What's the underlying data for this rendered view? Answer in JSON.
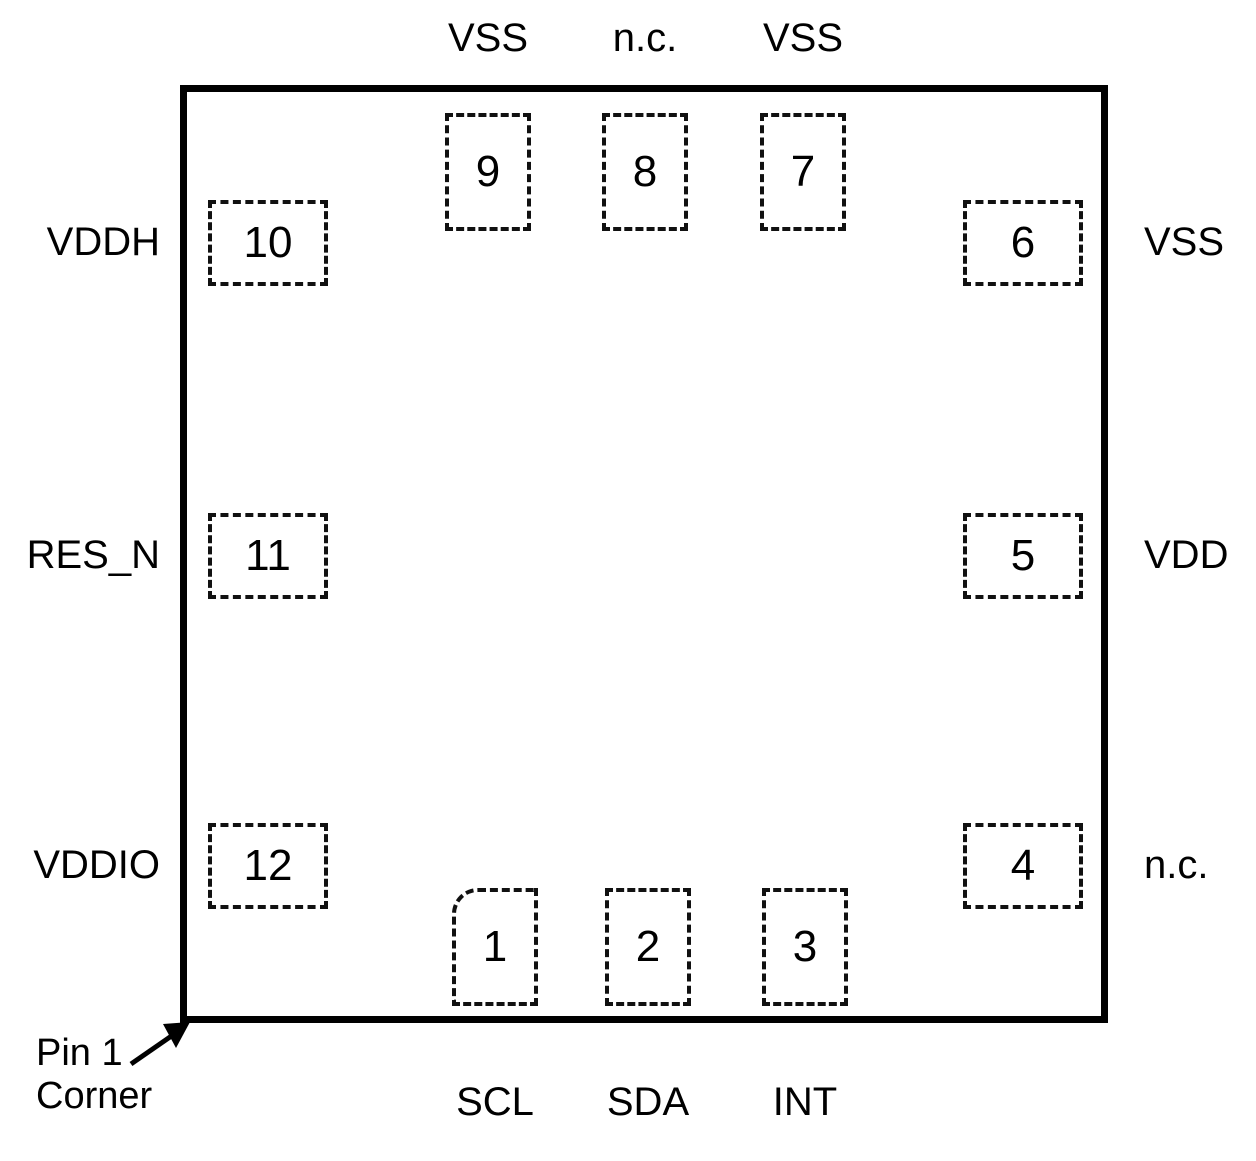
{
  "diagram": {
    "kind": "ic-package-pinout",
    "package_outline": {
      "stroke_color": "#000000"
    },
    "pad_style": {
      "border_color": "#111111",
      "border_style": "dashed"
    },
    "annotation": {
      "pin1_corner_text": "Pin 1\nCorner",
      "pin1_marker": "chamfered-corner"
    },
    "pads": [
      {
        "number": "1",
        "signal": "SCL",
        "side": "bottom",
        "pin1": true
      },
      {
        "number": "2",
        "signal": "SDA",
        "side": "bottom",
        "pin1": false
      },
      {
        "number": "3",
        "signal": "INT",
        "side": "bottom",
        "pin1": false
      },
      {
        "number": "4",
        "signal": "n.c.",
        "side": "right",
        "pin1": false
      },
      {
        "number": "5",
        "signal": "VDD",
        "side": "right",
        "pin1": false
      },
      {
        "number": "6",
        "signal": "VSS",
        "side": "right",
        "pin1": false
      },
      {
        "number": "7",
        "signal": "VSS",
        "side": "top",
        "pin1": false
      },
      {
        "number": "8",
        "signal": "n.c.",
        "side": "top",
        "pin1": false
      },
      {
        "number": "9",
        "signal": "VSS",
        "side": "top",
        "pin1": false
      },
      {
        "number": "10",
        "signal": "VDDH",
        "side": "left",
        "pin1": false
      },
      {
        "number": "11",
        "signal": "RES_N",
        "side": "left",
        "pin1": false
      },
      {
        "number": "12",
        "signal": "VDDIO",
        "side": "left",
        "pin1": false
      }
    ]
  }
}
